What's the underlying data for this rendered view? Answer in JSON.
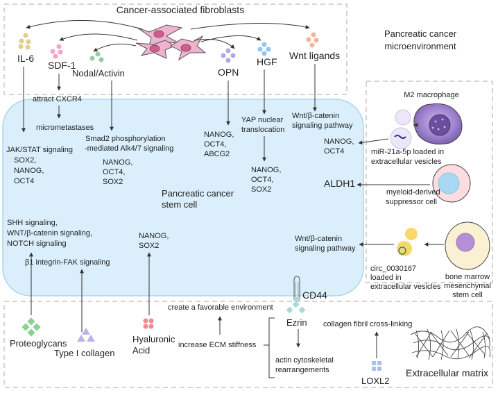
{
  "regions": {
    "caf_title": "Cancer-associated fibroblasts",
    "microenv_title": [
      "Pancreatic cancer",
      "microenvironment"
    ],
    "stem_cell_title": [
      "Pancreatic cancer",
      "stem cell"
    ],
    "m2": "M2 macrophage",
    "mdsc": [
      "myeloid-derived",
      "suppressor cell"
    ],
    "bmsc": [
      "bone marrow",
      "mesenchymal",
      "stem cell"
    ],
    "ecm": "Extracellular matrix"
  },
  "factors": {
    "il6": "IL-6",
    "sdf1": "SDF-1",
    "nodal": "Nodal/Activin",
    "opn": "OPN",
    "hgf": "HGF",
    "wnt": "Wnt ligands"
  },
  "pathways": {
    "cxcr4": "attract CXCR4",
    "micromet": "micrometastases",
    "jak": [
      "JAK/STAT signaling",
      "SOX2,",
      "NANOG,",
      "OCT4"
    ],
    "smad": [
      "Smad2 phosphorylation",
      "-mediated Alk4/7 signaling"
    ],
    "smad_out": [
      "NANOG,",
      "OCT4,",
      "SOX2"
    ],
    "opn_out": [
      "NANOG,",
      "OCT4,",
      "ABCG2"
    ],
    "yap": [
      "YAP nuclear",
      "translocation"
    ],
    "yap_out": [
      "NANOG,",
      "OCT4,",
      "SOX2"
    ],
    "wnt_path": [
      "Wnt/β-catenin",
      "signaling pathway"
    ],
    "mir_out": [
      "NANOG,",
      "OCT4"
    ],
    "mir": [
      "miR-21a-5p loaded in",
      "extracellular vesicles"
    ],
    "aldh1": "ALDH1",
    "shh": [
      "SHH signaling,",
      "WNT/β-catenin signaling,",
      "NOTCH signaling"
    ],
    "integrin": "β1 integrin-FAK signaling",
    "ha_out": [
      "NANOG,",
      "SOX2"
    ],
    "circ_path": [
      "Wnt/β-catenin",
      "signaling pathway"
    ],
    "circ": [
      "circ_0030167",
      "loaded in",
      "extracellular vesicles"
    ]
  },
  "ecm_items": {
    "cd44": "CD44",
    "favorable": "create a favorable environment",
    "ezrin": "Ezrin",
    "crosslink": "collagen fibril cross-linking",
    "stiffness": "increase ECM stiffness",
    "actin": [
      "actin cytoskeletal",
      "rearrangements"
    ],
    "loxl2": "LOXL2",
    "proteoglycans": "Proteoglycans",
    "collagen": "Type I collagen",
    "ha": [
      "Hyaluronic",
      "Acid"
    ]
  },
  "colors": {
    "stem_fill": "#daeffb",
    "stem_stroke": "#a8d6f2",
    "il6": "#e5cc8e",
    "sdf1": "#f3a3cc",
    "nodal": "#93cf9e",
    "opn": "#b3a7e6",
    "hgf": "#94c6ef",
    "wnt": "#f5b594",
    "fibroblast": "#efb3cf",
    "proteoglycan": "#8fcf94",
    "collagen": "#b7b4e6",
    "ha": "#ef8a8f",
    "cd44": "#a9d9dc",
    "loxl2": "#a9c2ea"
  }
}
